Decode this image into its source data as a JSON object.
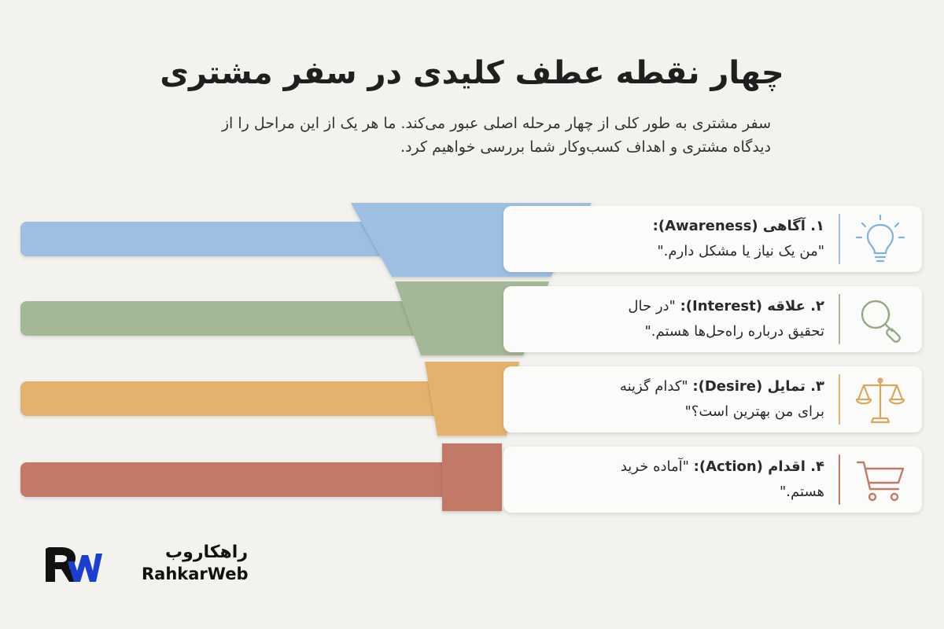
{
  "title": "چهار نقطه عطف کلیدی در سفر مشتری",
  "intro": "سفر مشتری به طور کلی از چهار مرحله اصلی عبور می‌کند. ما هر یک از این مراحل را از دیدگاه مشتری و اهداف کسب‌وکار شما بررسی خواهیم کرد.",
  "stages": [
    {
      "label": "۱. آگاهی (Awareness):",
      "quote": "\"من یک نیاز یا مشکل دارم.\"",
      "color": "#9dc0e2",
      "icon": "lightbulb-icon"
    },
    {
      "label": "۲. علاقه (Interest):",
      "quote": "\"در حال تحقیق درباره راه‌حل‌ها هستم.\"",
      "color": "#a3b896",
      "icon": "magnifier-icon"
    },
    {
      "label": "۳. تمایل (Desire):",
      "quote": "\"کدام گزینه برای من بهترین است؟\"",
      "color": "#e2b36e",
      "icon": "scales-icon"
    },
    {
      "label": "۴. اقدام (Action):",
      "quote": "\"آماده خرید هستم.\"",
      "color": "#c27968",
      "icon": "cart-icon"
    }
  ],
  "logo": {
    "fa": "راهکاروب",
    "en": "RahkarWeb",
    "accent": "#1a3fd0"
  }
}
